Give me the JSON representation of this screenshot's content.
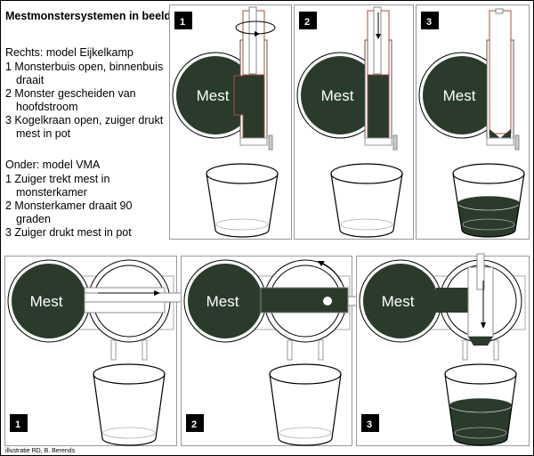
{
  "title": "Mestmonstersystemen in beeld",
  "right_heading": "Rechts: model Eijkelkamp",
  "right_steps": [
    "1 Monsterbuis open, binnenbuis",
    "draait",
    "2 Monster gescheiden van",
    "hoofdstroom",
    "3 Kogelkraan open, zuiger drukt",
    "mest in pot"
  ],
  "bottom_heading": "Onder: model VMA",
  "bottom_steps": [
    "1 Zuiger trekt mest in",
    "monsterkamer",
    "2 Monsterkamer draait 90",
    "graden",
    "3 Zuiger drukt mest in pot"
  ],
  "panel_numbers": [
    "1",
    "2",
    "3"
  ],
  "mest_label": "Mest",
  "credit": "illustratie RD, B. Berends",
  "colors": {
    "manure": "#2a3b2c",
    "tube": "#b04a3a",
    "border": "#999999"
  }
}
